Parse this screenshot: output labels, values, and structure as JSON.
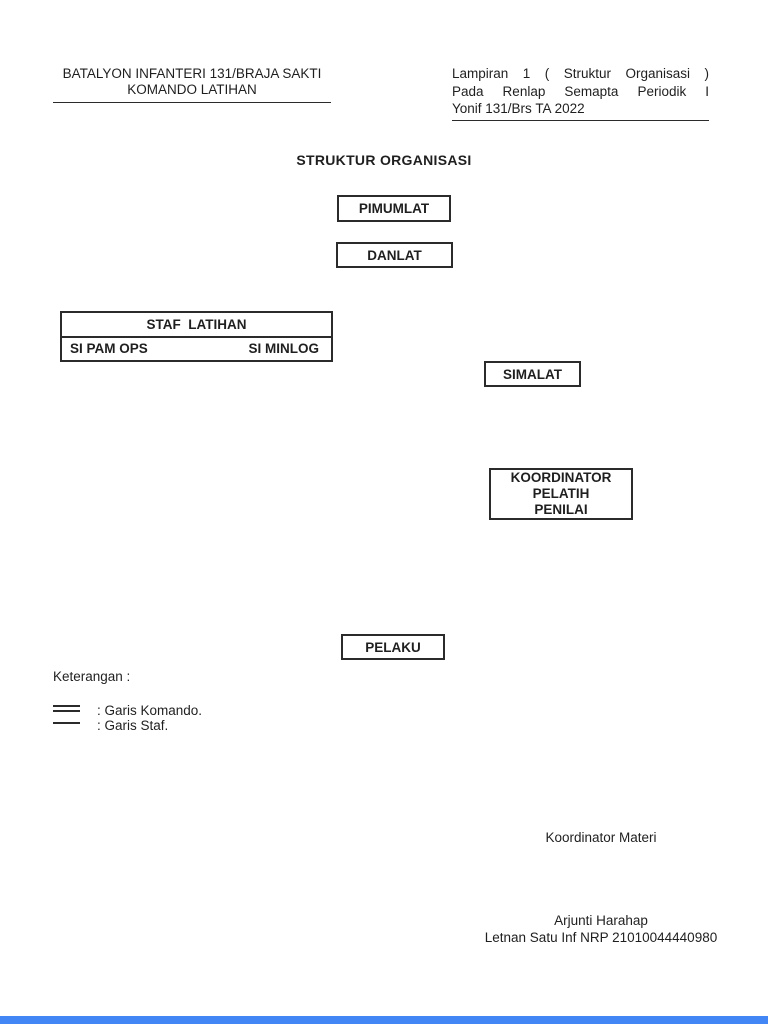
{
  "header_left": {
    "line1": "BATALYON INFANTERI 131/BRAJA SAKTI",
    "line2": "KOMANDO LATIHAN"
  },
  "header_right": {
    "line1": "Lampiran 1 ( Struktur Organisasi )",
    "line2": "Pada Renlap Semapta Periodik I",
    "line3": "Yonif 131/Brs TA 2022"
  },
  "title": "STRUKTUR ORGANISASI",
  "chart": {
    "boxes": {
      "pimumlat": "PIMUMLAT",
      "danlat": "DANLAT",
      "staf_latihan": {
        "title": "STAF  LATIHAN",
        "left_cell": "SI PAM OPS",
        "right_cell": "SI MINLOG"
      },
      "simalat": "SIMALAT",
      "koordinator": {
        "line1": "KOORDINATOR",
        "line2": "PELATIH",
        "line3": "PENILAI"
      },
      "pelaku": "PELAKU"
    }
  },
  "legend": {
    "heading": "Keterangan :",
    "items": [
      {
        "symbol": "double-line",
        "label": ": Garis Komando."
      },
      {
        "symbol": "single-line",
        "label": ": Garis Staf."
      }
    ]
  },
  "signature": {
    "role": "Koordinator Materi",
    "name": "Arjunti Harahap",
    "rank_nrp": "Letnan Satu Inf NRP 21010044440980"
  },
  "colors": {
    "text": "#1f1f1f",
    "box_border": "#2b2b2b",
    "footer_bar": "#4285f4"
  }
}
